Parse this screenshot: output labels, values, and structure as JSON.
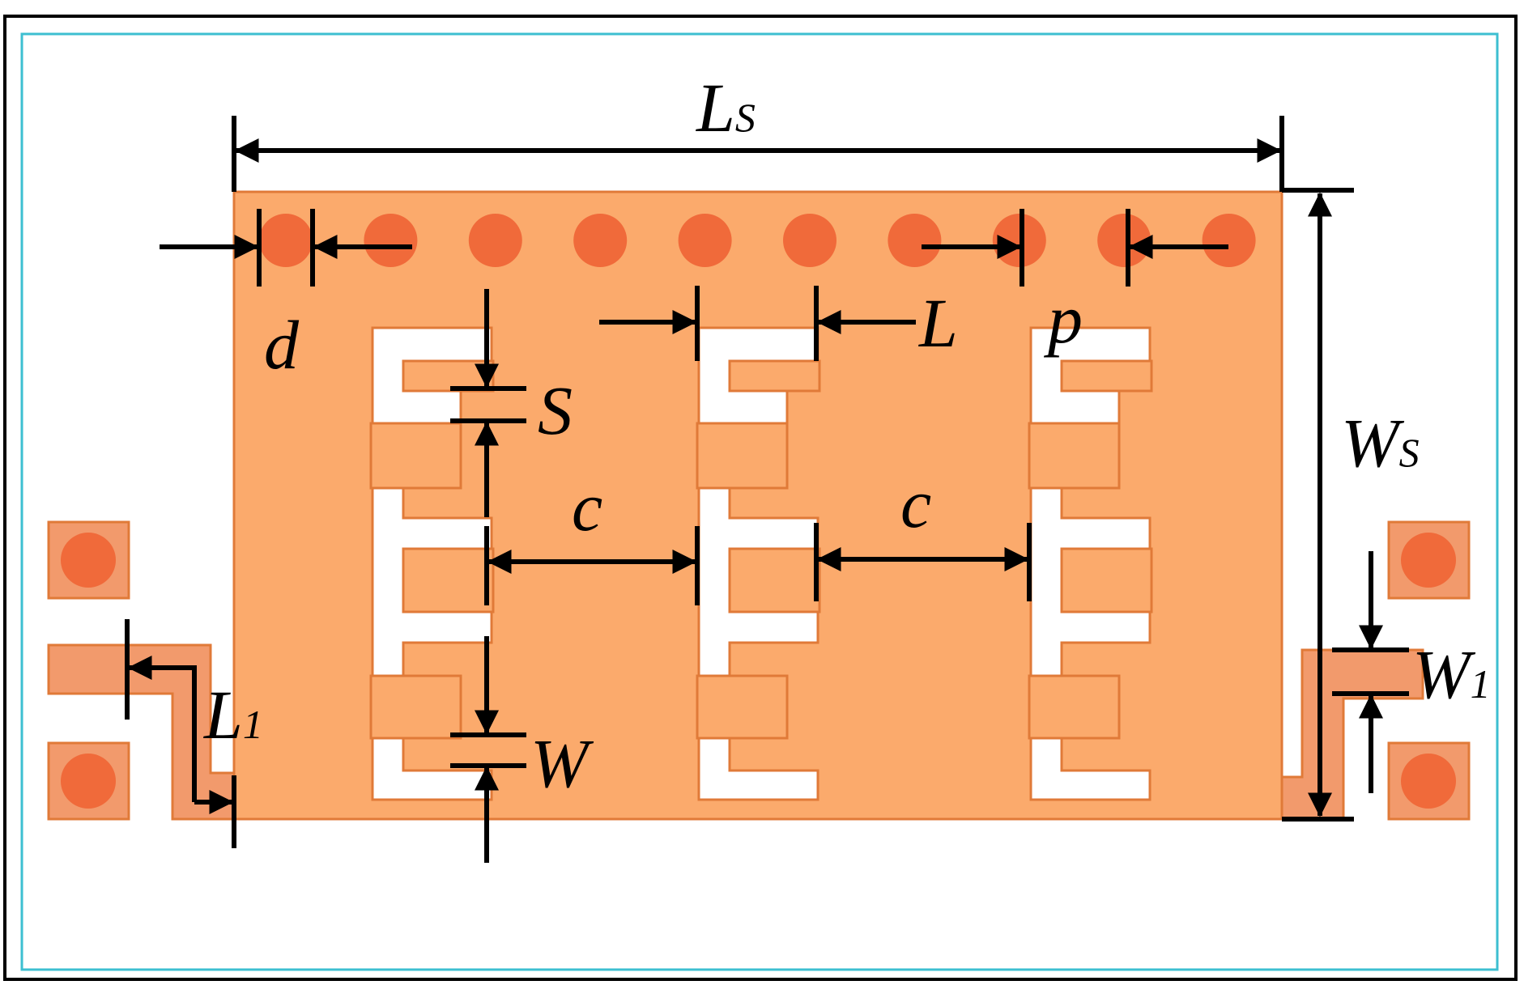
{
  "colors": {
    "substrate": "#FBAA6C",
    "substrate_edge": "#E07A38",
    "via": "#F06A3A",
    "feed": "#F29A6C",
    "slot": "#FFFFFF",
    "outer_border": "#000000",
    "inner_border": "#3DBFD1",
    "dimension": "#000000"
  },
  "labels": {
    "ls_main": "L",
    "ls_sub": "S",
    "ws_main": "W",
    "ws_sub": "S",
    "d": "d",
    "l": "L",
    "p": "p",
    "s": "S",
    "c_left": "c",
    "c_right": "c",
    "w": "W",
    "l1_main": "L",
    "l1_sub": "1",
    "w1_main": "W",
    "w1_sub": "1"
  }
}
